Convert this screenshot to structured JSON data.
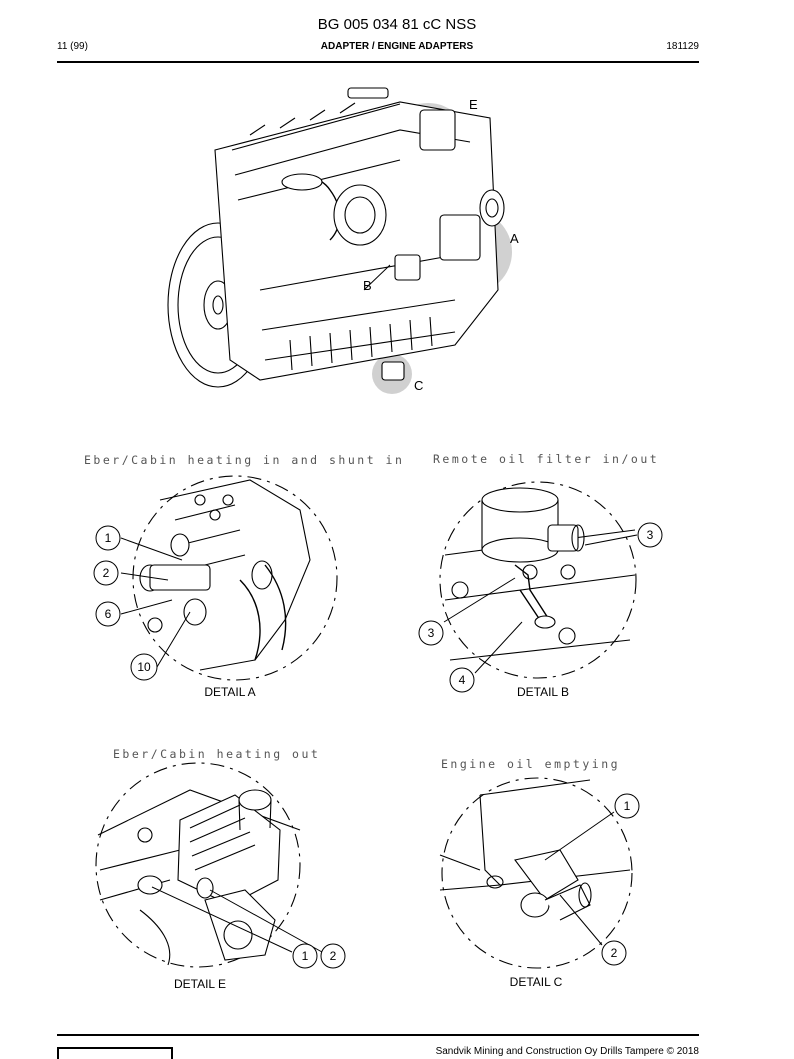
{
  "header": {
    "doc_title": "BG 005 034 81 cC NSS",
    "page_number": "11 (99)",
    "section_title": "ADAPTER / ENGINE ADAPTERS",
    "date_code": "181129"
  },
  "overview": {
    "letters": [
      "E",
      "A",
      "B",
      "C"
    ]
  },
  "details": {
    "a": {
      "title": "Eber/Cabin heating in and shunt in",
      "caption": "DETAIL A",
      "callouts": [
        "1",
        "2",
        "6",
        "10"
      ]
    },
    "b": {
      "title": "Remote oil filter in/out",
      "caption": "DETAIL B",
      "callouts": [
        "3",
        "3",
        "4"
      ]
    },
    "e": {
      "title": "Eber/Cabin heating out",
      "caption": "DETAIL E",
      "callouts": [
        "1",
        "2"
      ]
    },
    "c": {
      "title": "Engine oil emptying",
      "caption": "DETAIL C",
      "callouts": [
        "1",
        "2"
      ]
    }
  },
  "footer": {
    "copyright": "Sandvik Mining and Construction Oy Drills Tampere © 2018"
  }
}
